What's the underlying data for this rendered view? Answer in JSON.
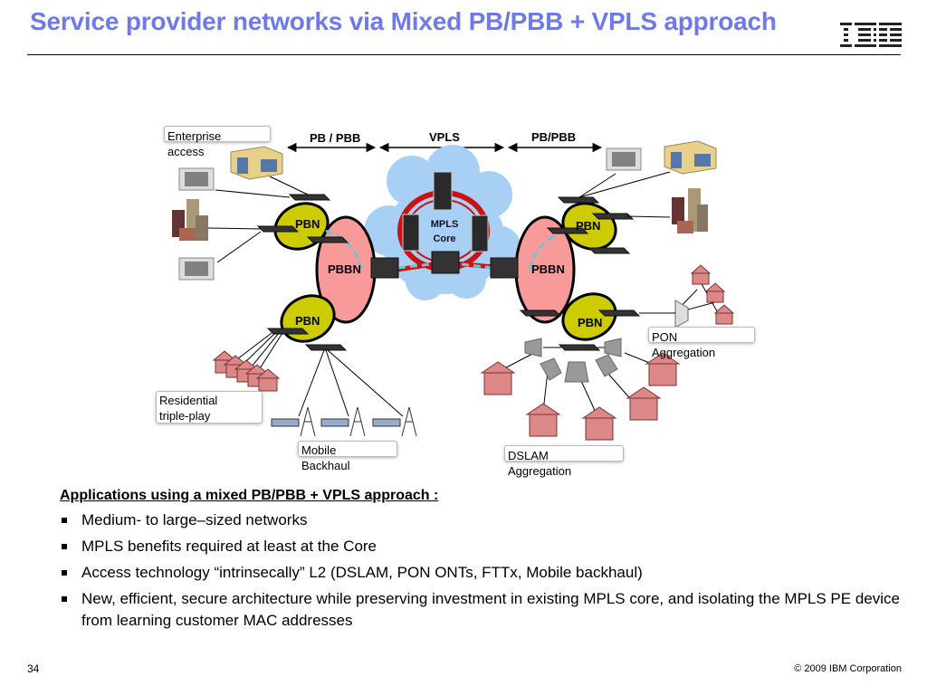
{
  "header": {
    "title": "Service provider networks via Mixed PB/PBB + VPLS approach",
    "logo": "IBM"
  },
  "diagram": {
    "segments": {
      "left": "PB / PBB",
      "middle": "VPLS",
      "right": "PB/PBB"
    },
    "core_label_line1": "MPLS",
    "core_label_line2": "Core",
    "nodes": {
      "pbn_top_left": "PBN",
      "pbn_bottom_left": "PBN",
      "pbbn_left": "PBBN",
      "pbbn_right": "PBBN",
      "pbn_top_right": "PBN",
      "pbn_bottom_right": "PBN"
    },
    "callouts": {
      "enterprise_line1": "Enterprise",
      "enterprise_line2": "access",
      "residential_line1": "Residential",
      "residential_line2": "triple-play",
      "mobile_line1": "Mobile",
      "mobile_line2": "Backhaul",
      "pon_line1": "PON",
      "pon_line2": "Aggregation",
      "dslam_line1": "DSLAM",
      "dslam_line2": "Aggregation"
    },
    "colors": {
      "pbn_fill": "#cccc00",
      "pbbn_fill": "#f99a9a",
      "cloud_fill": "#a8d0f5",
      "core_ring": "#cc1111",
      "link_highlight": "#6cc6cc"
    }
  },
  "content": {
    "heading": "Applications using a mixed PB/PBB + VPLS approach :",
    "bullets": [
      "Medium-  to large–sized networks",
      "MPLS benefits required at least at the Core",
      "Access technology “intrinsecally” L2 (DSLAM, PON ONTs, FTTx, Mobile backhaul)",
      "New, efficient, secure architecture while preserving investment in existing MPLS core, and isolating the MPLS PE device from learning customer MAC addresses"
    ]
  },
  "footer": {
    "page_number": "34",
    "copyright": "© 2009 IBM Corporation"
  }
}
